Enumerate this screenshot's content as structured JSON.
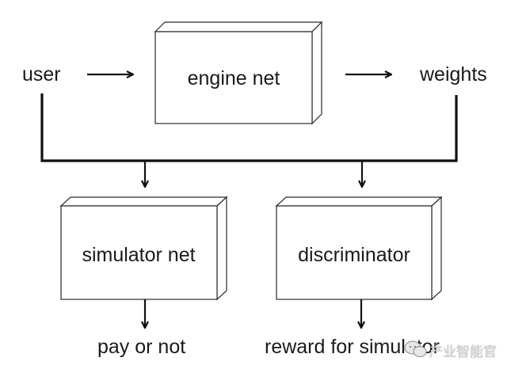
{
  "nodes": {
    "user": "user",
    "engine": "engine net",
    "weights": "weights",
    "simulator": "simulator net",
    "discriminator": "discriminator",
    "pay": "pay or not",
    "reward": "reward for simulator"
  },
  "watermark": {
    "text": "产业智能官",
    "icon": "wechat-icon"
  },
  "colors": {
    "line": "#111111",
    "box_stroke": "#2a2a2a",
    "box_fill": "#ffffff"
  }
}
